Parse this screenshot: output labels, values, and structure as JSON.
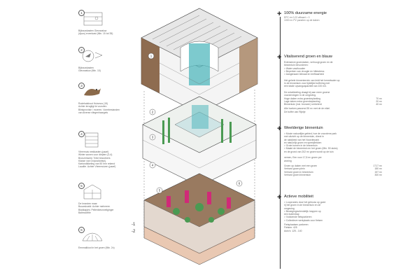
{
  "birds": [
    {
      "num": "1",
      "caption": "Bijbouwkasten Gierzwaluw\n(Apus) ervenkast (Min. 15 tot 35)"
    },
    {
      "num": "2",
      "caption": "Bijbouwkasten\nGierzwaluw (Min. 10)"
    },
    {
      "num": "3",
      "caption": "Rodehalshout Huismus (15)\nAchter terugligt te voorzien.\nBlinkprovisie / moeren. Vormbestanden\nvan diverse vliegenhaargels"
    },
    {
      "num": "4",
      "caption": "Vleermuis nestkasten (paart)\nWinter wonen voor diepten (3-4)\nBronzenweld. Trekt bezoekers\nKlasse van Ovipositoriepij.\nKartondikkeling van 50 mm rekend\nLaudite. Achter Vleermuizen (paarf)"
    },
    {
      "num": "5",
      "caption": "De Insecten maar\nBouwskoeld: Achter mehreren\nBladkapjes: Pellenkleurweliginger\nBaltmodelle"
    },
    {
      "num": "6",
      "caption": "Eenmalkloot in het groen (Min. 2x)"
    }
  ],
  "levels": [
    {
      "label": "-1"
    },
    {
      "label": "-2"
    }
  ],
  "sections": [
    {
      "title": "100% duurzame energie",
      "sub": "EPC en 0,22 afbaart = 0\n1000 m² PV panelen op de daken",
      "body": "",
      "rows": []
    },
    {
      "title": "Vitaliserend groen en blauw",
      "sub": "",
      "body": "Extensieve groendaken, verhoogt groen en de\nbinnentuin bevorderen:\n> Water vasthouden\n> Beperken van droogte en hittestress\n> Aangenaam klimaat en leefbaarheid\n\nHet gehele binnenterrein van leidt het hemelwater op\nin de binnentuin voor tijdelijke buffering met\neen totale opvangcapaciteit van 100 m3.\n\nDe ontwikkeling draagt bij aan meer groene\nvoorzieningen in de omgeving.",
      "rows": [
        {
          "k": "Hoge daken extra groenbeplanting",
          "v": "70 m²"
        },
        {
          "k": "Lage daken extra groenbeplanting",
          "v": "20 m²"
        },
        {
          "k": "Binnentuin (incl. bronzen) verbeterd",
          "v": "40 m²"
        }
      ],
      "after": "Alle hoeken passend 35 m² met de de eikel.\nDe buffer van Rijntje"
    },
    {
      "title": "Weelderige binnentuin",
      "sub": "",
      "body": "> Mooie natuurlijke gebied, hoe de voorziene park\nmet uitzicht op de binnentuin, direct in\nde nabijheid van het Noorderpark\nen natuurlijk groen en speelplekken\n> Grote bomen in de binnentuin\n> Maakt de binnentuin en het groen (Min. 50 stuks)\nen de grond van 202 m² groen wordt op de tuin\n\nnemen, Een voor 17,8 m² groen per\nwoning",
      "rows": [
        {
          "k": "Groen op daken met een groen",
          "v": "1717 m²"
        },
        {
          "k": "Verhard groen plein",
          "v": "180 m²"
        },
        {
          "k": "Verhard groen in binnentuin",
          "v": "157 m²"
        },
        {
          "k": "Verhard groen binnentuin",
          "v": "300 m²"
        }
      ],
      "after": ""
    },
    {
      "title": "Actieve mobiliteit",
      "sub": "",
      "body": "> Looproutes door het gebouw op goed\nrij het groen in de binnentuin en de\nomgeving\n> Bewegingsvriendelijk: trappen op\neen buitentrap\n> Voldoende fietsparkeren\n> Collectieve werkplaats voor fietsen",
      "rows": [],
      "after": "Fietsplaatsen parkeren\nFietsen: 425\nAuto's: 125 - 140"
    }
  ],
  "colors": {
    "brown": "#7b5333",
    "teal": "#52b8bd",
    "green": "#4a9a52",
    "magenta": "#d02a78",
    "floor": "#e9c8b2",
    "accent": "#c23a52"
  }
}
